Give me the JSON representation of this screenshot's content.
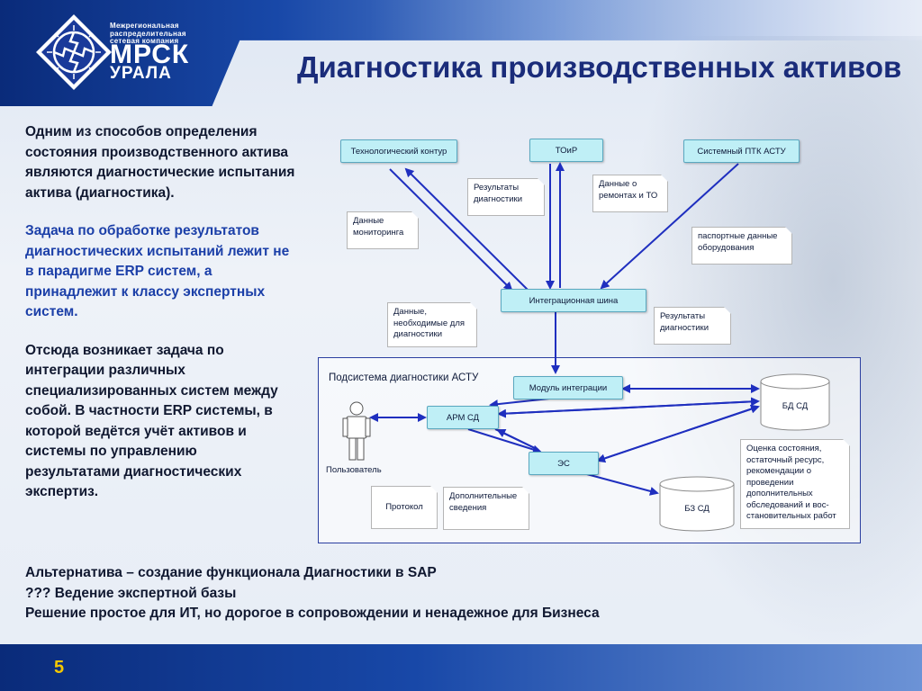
{
  "logo": {
    "line1": "Межрегиональная",
    "line2": "распределительная",
    "line3": "сетевая компания",
    "name": "МРСК",
    "region": "УРАЛА"
  },
  "title": "Диагностика производственных активов",
  "left_text": {
    "p1": "Одним из способов определения состояния производственного актива являются диагностические испытания актива (диагностика).",
    "p2": "Задача по обработке результатов диагностических испытаний лежит не в парадигме ERP систем, а принадлежит к классу экспертных систем.",
    "p3": "Отсюда возникает задача по интеграции различных специализированных систем между собой. В частности ERP системы, в которой ведётся учёт активов и системы по управлению результатами диагностических экспертиз."
  },
  "diagram": {
    "nodes": {
      "tech_contour": "Технологический контур",
      "toir": "ТОиР",
      "ptk_astu": "Системный ПТК АСТУ",
      "integration_bus": "Интеграционная шина",
      "integration_module": "Модуль интеграции",
      "arm_sd": "АРМ СД",
      "es": "ЭС"
    },
    "databases": {
      "bd_sd": "БД СД",
      "bz_sd": "БЗ СД"
    },
    "notes": {
      "diag_results_top": "Результаты диагностики",
      "repair_data": "Данные о ремонтах и ТО",
      "monitoring_data": "Данные мониторинга",
      "passport_data": "паспортные данные оборудования",
      "needed_data": "Данные, необходимые для диагностики",
      "diag_results_mid": "Результаты диагностики",
      "protocol": "Протокол",
      "extra_info": "Дополнительные сведения",
      "assessment": "Оценка состояния, остаточный ресурс, рекомендации о проведении дополнительных обследований и вос-становительных работ"
    },
    "subsystem_label": "Подсистема диагностики АСТУ",
    "user_label": "Пользователь",
    "arrow_color": "#1f2fbf",
    "node_color": "#bfeff6"
  },
  "bottom_text": {
    "line1": "Альтернатива – создание функционала Диагностики в SAP",
    "line2": "???  Ведение экспертной базы",
    "line3": "Решение простое для ИТ, но дорогое в сопровождении и ненадежное для Бизнеса"
  },
  "page_number": "5"
}
